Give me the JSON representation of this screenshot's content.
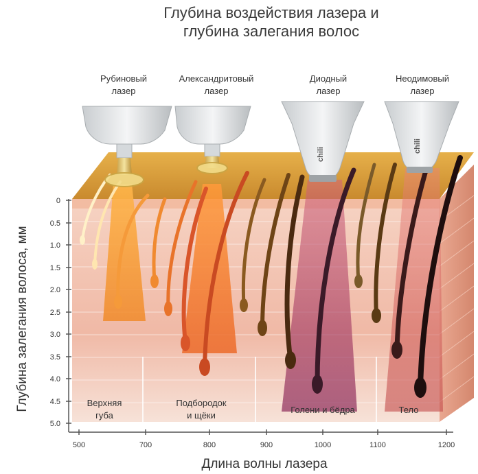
{
  "title": {
    "line1": "Глубина воздействия лазера и",
    "line2": "глубина залегания волос"
  },
  "lasers": [
    {
      "line1": "Рубиновый",
      "line2": "лазер",
      "color": "#e8d17a"
    },
    {
      "line1": "Александритовый",
      "line2": "лазер",
      "color": "#e8d17a"
    },
    {
      "line1": "Диодный",
      "line2": "лазер",
      "color": "#c5c9cc"
    },
    {
      "line1": "Неодимовый",
      "line2": "лазер",
      "color": "#c5c9cc"
    }
  ],
  "device_brand": "chili",
  "y_axis": {
    "label": "Глубина залегания волоса, мм",
    "ticks": [
      "0",
      "0.5",
      "1.0",
      "1.5",
      "2.0",
      "2.5",
      "3.0",
      "3.5",
      "4.0",
      "4.5",
      "5.0"
    ]
  },
  "x_axis": {
    "label": "Длина волны лазера",
    "ticks": [
      "500",
      "700",
      "800",
      "900",
      "1000",
      "1100",
      "1200"
    ]
  },
  "zones": [
    {
      "line1": "Верхняя",
      "line2": "губа"
    },
    {
      "line1": "Подбородок",
      "line2": "и щёки"
    },
    {
      "line1": "Голени и бёдра",
      "line2": ""
    },
    {
      "line1": "Тело",
      "line2": ""
    }
  ],
  "colors": {
    "skin_top": "#d89a35",
    "skin_body": "#f3c9b8",
    "beam_ruby": "#f39a2a",
    "beam_alex": "#ef7a2a",
    "beam_diode": "#b84060",
    "beam_nd": "#d05a5a"
  }
}
